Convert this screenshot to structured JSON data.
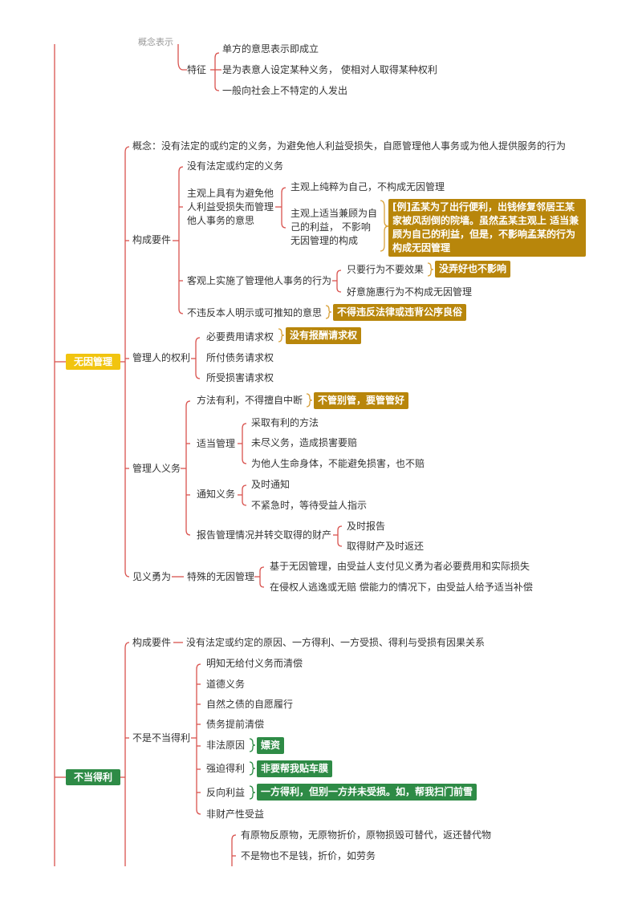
{
  "colors": {
    "line_red": "#d9534f",
    "gold": "#b8860b",
    "gold_root": "#f1c40f",
    "green": "#2e8b46",
    "brace": "#d9a23a"
  },
  "top": {
    "cut_label": "概念表示",
    "feature": "特征",
    "f1": "单方的意思表示即成立",
    "f2": "是为表意人设定某种义务， 使相对人取得某种权利",
    "f3": "一般向社会上不特定的人发出"
  },
  "wuyin": {
    "root": "无因管理",
    "concept": "概念：没有法定的或约定的义务，为避免他人利益受损失，自愿管理他人事务或为他人提供服务的行为",
    "gouchengyaojian": "构成要件",
    "c1": "没有法定或约定的义务",
    "c2": "主观上具有为避免他人利益受损失而管理他人事务的意思",
    "c2a": "主观上纯粹为自己，不构成无因管理",
    "c2b": "主观上适当兼顾为自己的利益， 不影响无因管理的构成",
    "c2b_note": "[例]孟某为了出行便利，出钱修复邻居王某家被风刮倒的院墙。虽然孟某主观上 适当兼顾为自己的利益，但是，不影响孟某的行为构成无因管理",
    "c3": "客观上实施了管理他人事务的行为",
    "c3a": "只要行为不要效果",
    "c3a_note": "没弄好也不影响",
    "c3b": "好意施惠行为不构成无因管理",
    "c4": "不违反本人明示或可推知的意思",
    "c4_note": "不得违反法律或违背公序良俗",
    "rights": "管理人的权利",
    "r1": "必要费用请求权",
    "r1_note": "没有报酬请求权",
    "r2": "所付债务请求权",
    "r3": "所受损害请求权",
    "duties": "管理人义务",
    "d1": "方法有利，不得擅自中断",
    "d1_note": "不管别管，要管管好",
    "d2": "适当管理",
    "d2a": "采取有利的方法",
    "d2b": "未尽义务，造成损害要赔",
    "d2c": "为他人生命身体，不能避免损害，也不赔",
    "d3": "通知义务",
    "d3a": "及时通知",
    "d3b": "不紧急时，等待受益人指示",
    "d4": "报告管理情况并转交取得的财产",
    "d4a": "及时报告",
    "d4b": "取得财产及时返还",
    "jyyw": "见义勇为",
    "special": "特殊的无因管理",
    "s1": "基于无因管理，由受益人支付见义勇为者必要费用和实际损失",
    "s2": "在侵权人逃逸或无赔 偿能力的情况下，由受益人给予适当补偿"
  },
  "budang": {
    "root": "不当得利",
    "gouchengyaojian": "构成要件",
    "gc1": "没有法定或约定的原因、一方得利、一方受损、得利与受损有因果关系",
    "notbudang": "不是不当得利",
    "n1": "明知无给付义务而清偿",
    "n2": "道德义务",
    "n3": "自然之债的自愿履行",
    "n4": "债务提前清偿",
    "n5": "非法原因",
    "n5_note": "嫖资",
    "n6": "强迫得利",
    "n6_note": "非要帮我贴车膜",
    "n7": "反向利益",
    "n7_note": "一方得利，但别一方并未受损。如，帮我扫门前雪",
    "n8": "非财产性受益",
    "p1": "有原物反原物，无原物折价，原物损毁可替代，返还替代物",
    "p2": "不是物也不是钱，折价，如劳务"
  }
}
